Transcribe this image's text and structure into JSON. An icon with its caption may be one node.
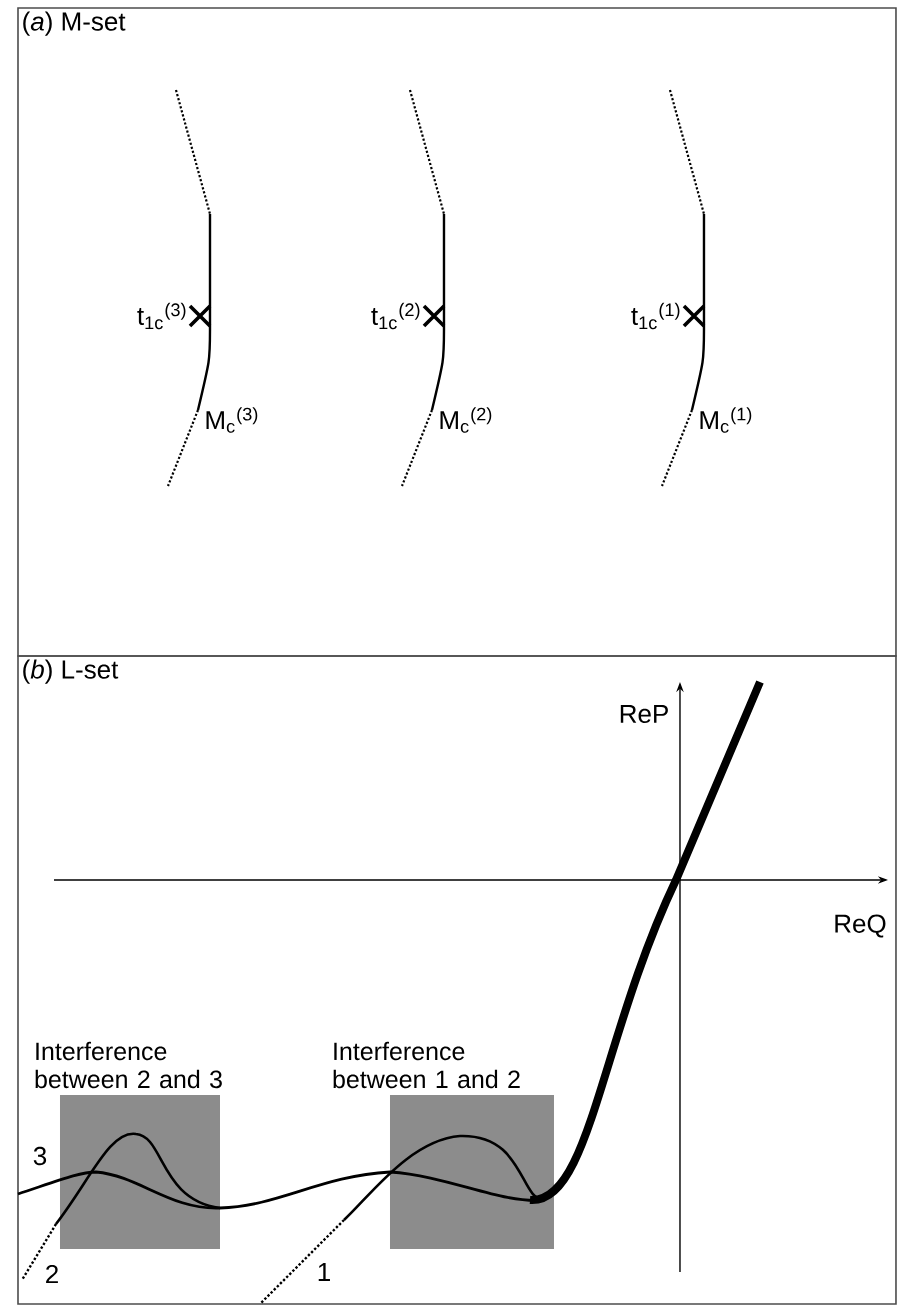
{
  "diagram": {
    "nodes": [
      {
        "text": [
          "(*a*) M-set"
        ]
      },
      {
        "text": [
          "(*b*) L-set"
        ]
      },
      {
        "text": [
          "Interference between 2 and 3"
        ],
        "in": 1
      },
      {
        "text": [
          "Interference between 1 and 2"
        ],
        "in": 1
      }
    ],
    "labels": [
      "t$_{1c}$$^{(3)}$",
      "M$_{c}$$^{(3)}$",
      "t$_{1c}$$^{(2)}$",
      "M$_{c}$$^{(2)}$",
      "t$_{1c}$$^{(1)}$",
      "M$_{c}$$^{(1)}$",
      "ReP",
      "ReQ",
      "3",
      "2",
      "1"
    ]
  }
}
